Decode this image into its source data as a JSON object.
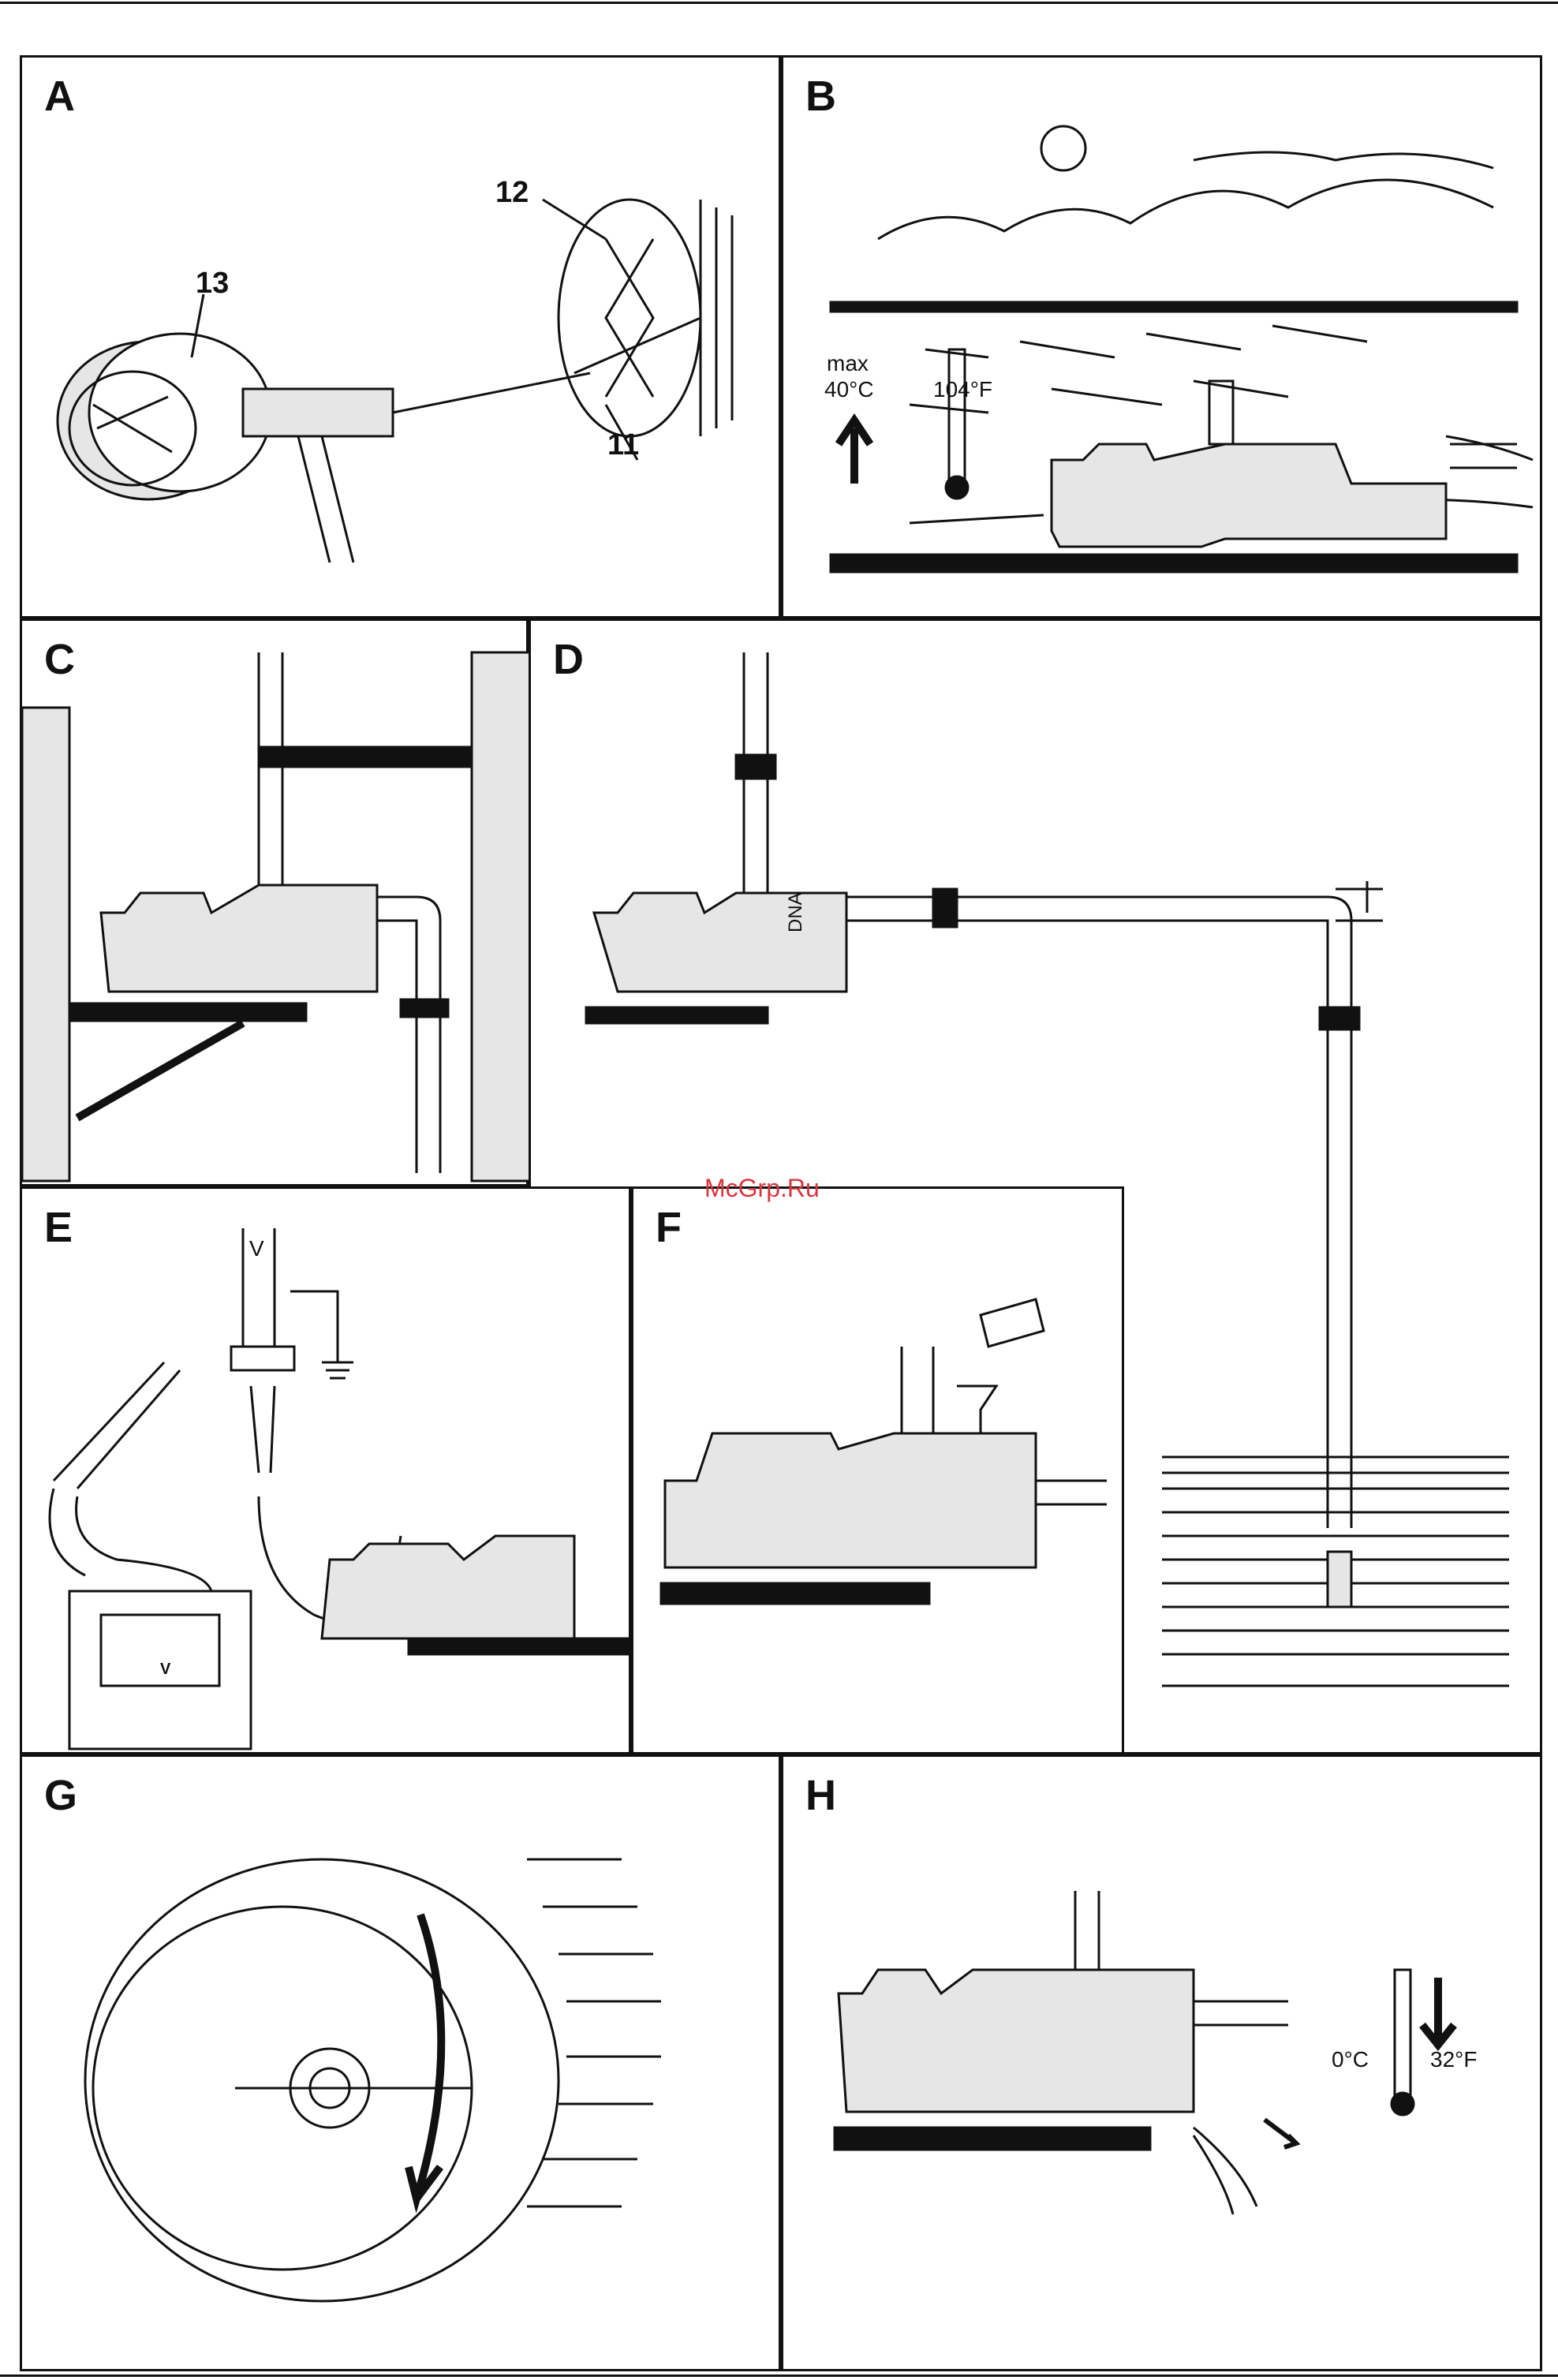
{
  "watermark": "McGrp.Ru",
  "colors": {
    "ink": "#111111",
    "body": "#e6e6e6",
    "watermark": "#d9363e"
  },
  "panels": {
    "A": {
      "label": "A",
      "callouts": [
        "13",
        "12",
        "11"
      ]
    },
    "B": {
      "label": "B",
      "temp_max": "max",
      "temp_c": "40°C",
      "temp_f": "104°F"
    },
    "C": {
      "label": "C"
    },
    "D": {
      "label": "D",
      "pipe_label": "DNA"
    },
    "E": {
      "label": "E",
      "supply": "V",
      "meter": "V"
    },
    "F": {
      "label": "F"
    },
    "G": {
      "label": "G"
    },
    "H": {
      "label": "H",
      "temp_c": "0°C",
      "temp_f": "32°F"
    }
  }
}
